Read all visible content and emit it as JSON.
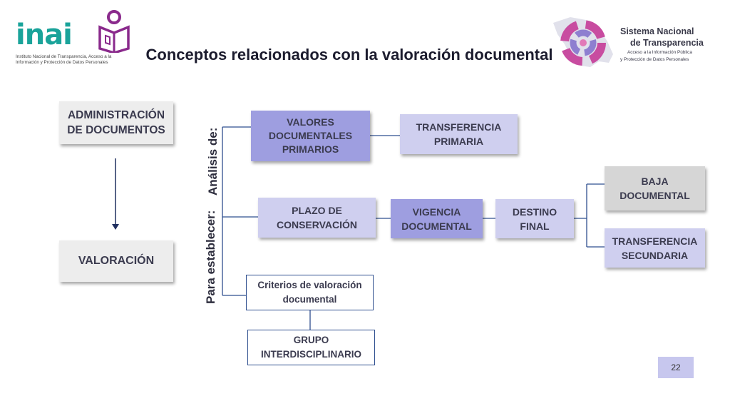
{
  "logos": {
    "inai": {
      "wordmark": "inai",
      "subtitle": "Instituto Nacional de Transparencia, Acceso a la Información y Protección de Datos Personales"
    },
    "snt": {
      "line1": "Sistema Nacional",
      "line2": "de Transparencia",
      "line3": "Acceso a la Información Pública",
      "line4": "y Protección de Datos Personales"
    }
  },
  "title": "Conceptos relacionados con la valoración documental",
  "nodes": {
    "administracion": "ADMINISTRACIÓN DE DOCUMENTOS",
    "valoracion": "VALORACIÓN",
    "valores_primarios": "VALORES DOCUMENTALES PRIMARIOS",
    "transferencia_primaria": "TRANSFERENCIA PRIMARIA",
    "plazo": "PLAZO DE CONSERVACIÓN",
    "vigencia": "VIGENCIA DOCUMENTAL",
    "destino": "DESTINO FINAL",
    "baja": "BAJA DOCUMENTAL",
    "transferencia_secundaria": "TRANSFERENCIA SECUNDARIA",
    "criterios": "Criterios de valoración documental",
    "grupo": "GRUPO INTERDISCIPLINARIO"
  },
  "side_labels": {
    "analisis": "Análisis de:",
    "para": "Para establecer:"
  },
  "page_number": "22",
  "colors": {
    "violet": "#9e9ee0",
    "lavender": "#cfcfef",
    "gray": "#ededed",
    "silver": "#d6d6d6",
    "connector": "#2f4f8f",
    "inai_teal": "#1aa39a",
    "inai_purple": "#8a2a8c"
  }
}
